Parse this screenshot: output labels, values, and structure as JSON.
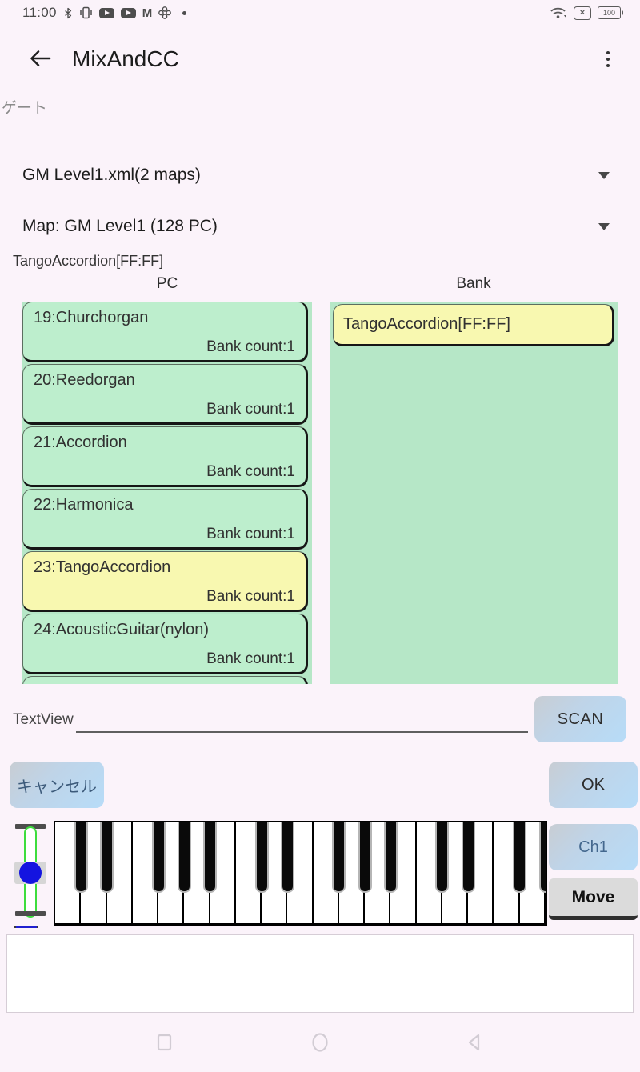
{
  "status_bar": {
    "time": "11:00",
    "icons_left": [
      "bluetooth",
      "vibrate",
      "youtube",
      "youtube",
      "gmail",
      "pinwheel",
      "notification-dot"
    ],
    "gmail_glyph": "M",
    "icons_right": [
      "wifi",
      "sim-missing",
      "battery"
    ],
    "sim_glyph": "×",
    "battery_level": "100"
  },
  "app_bar": {
    "title": "MixAndCC"
  },
  "gate_label": "ゲート",
  "file_selector": {
    "value": "GM Level1.xml(2 maps)"
  },
  "map_selector": {
    "value": "Map: GM Level1 (128 PC)"
  },
  "selected_patch": "TangoAccordion[FF:FF]",
  "pc_panel": {
    "header": "PC",
    "items": [
      {
        "label": "19:Churchorgan",
        "bank_count": "Bank count:1",
        "highlighted": false
      },
      {
        "label": "20:Reedorgan",
        "bank_count": "Bank count:1",
        "highlighted": false
      },
      {
        "label": "21:Accordion",
        "bank_count": "Bank count:1",
        "highlighted": false
      },
      {
        "label": "22:Harmonica",
        "bank_count": "Bank count:1",
        "highlighted": false
      },
      {
        "label": "23:TangoAccordion",
        "bank_count": "Bank count:1",
        "highlighted": true
      },
      {
        "label": "24:AcousticGuitar(nylon)",
        "bank_count": "Bank count:1",
        "highlighted": false
      },
      {
        "label": "",
        "bank_count": "",
        "highlighted": false
      }
    ]
  },
  "bank_panel": {
    "header": "Bank",
    "items": [
      {
        "label": "TangoAccordion[FF:FF]"
      }
    ]
  },
  "scan_section": {
    "label": "TextView",
    "input_value": "",
    "scan_button": "SCAN"
  },
  "actions": {
    "cancel": "キャンセル",
    "ok": "OK"
  },
  "keyboard_section": {
    "channel_button": "Ch1",
    "move_button": "Move"
  },
  "piano": {
    "white_keys": 19,
    "black_key_positions": [
      1,
      2,
      4,
      5,
      6,
      8,
      9,
      11,
      12,
      13,
      15,
      16,
      18,
      19
    ]
  },
  "colors": {
    "page_background": "#fbf3fa",
    "panel_green": "#b6e7c7",
    "item_green": "#bdeecd",
    "highlight_yellow": "#f8f8b0",
    "button_gradient_start": "#c8cdd3",
    "button_gradient_end": "#b7dcf8",
    "slider_track_green": "#3ddd3d",
    "slider_thumb_blue": "#1414e0"
  }
}
